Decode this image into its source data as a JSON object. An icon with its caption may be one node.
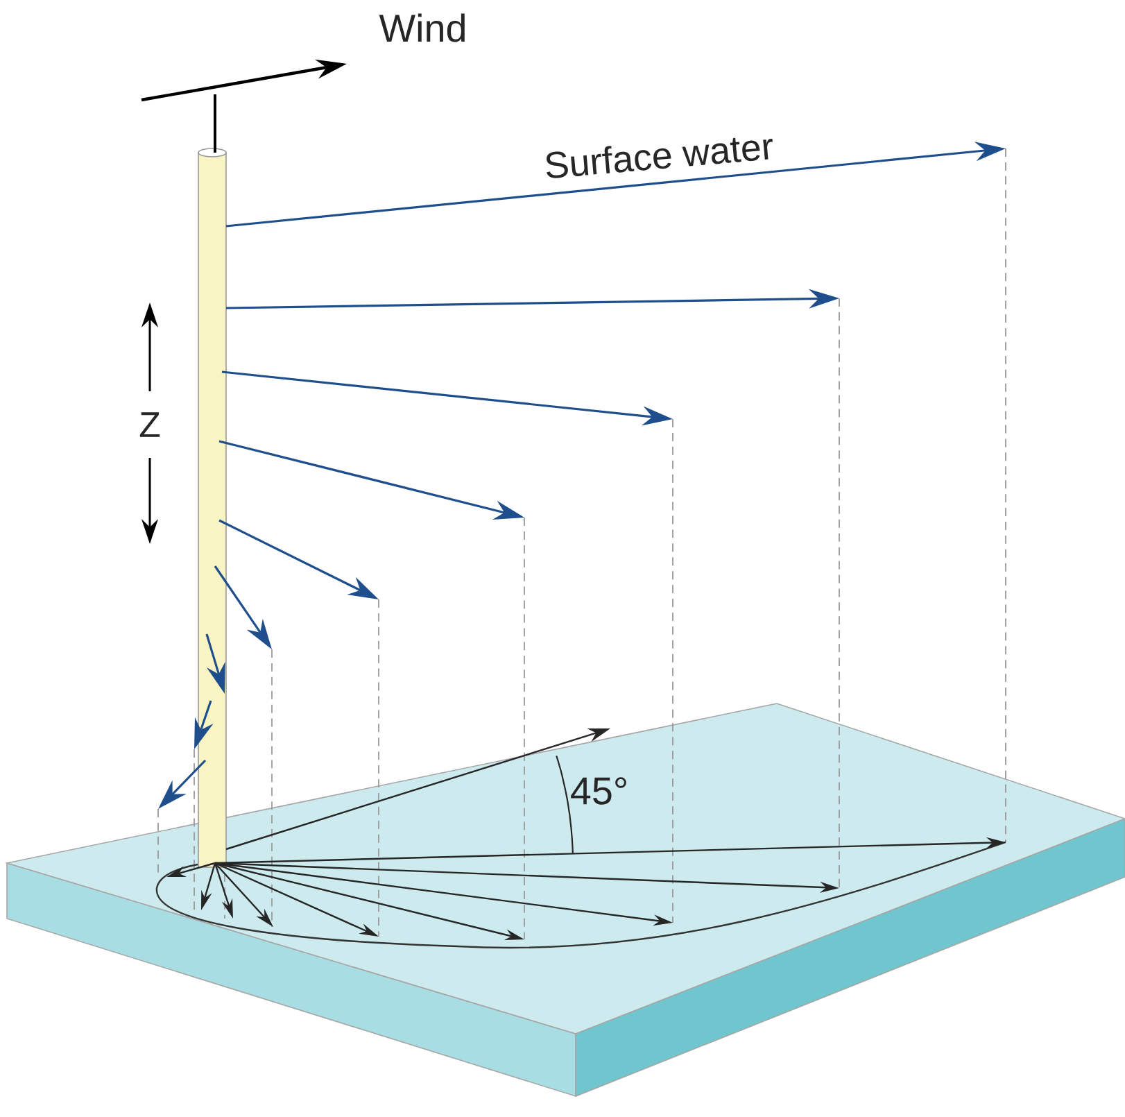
{
  "diagram": {
    "labels": [
      "Wind",
      "Surface water",
      "Z",
      "45°"
    ]
  }
}
